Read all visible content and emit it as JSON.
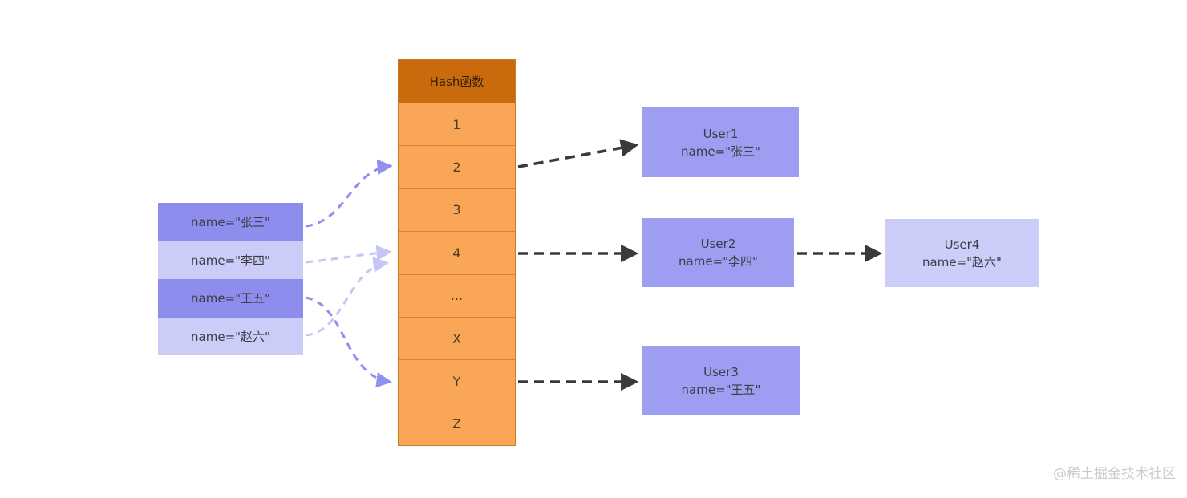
{
  "hash_table": {
    "header": "Hash函数",
    "rows": [
      "1",
      "2",
      "3",
      "4",
      "...",
      "X",
      "Y",
      "Z"
    ]
  },
  "inputs": [
    {
      "label": "name=\"张三\"",
      "tone": "dark"
    },
    {
      "label": "name=\"李四\"",
      "tone": "light"
    },
    {
      "label": "name=\"王五\"",
      "tone": "dark"
    },
    {
      "label": "name=\"赵六\"",
      "tone": "light"
    }
  ],
  "users": [
    {
      "title": "User1",
      "name": "name=\"张三\"",
      "tone": "dark"
    },
    {
      "title": "User2",
      "name": "name=\"李四\"",
      "tone": "dark"
    },
    {
      "title": "User3",
      "name": "name=\"王五\"",
      "tone": "dark"
    },
    {
      "title": "User4",
      "name": "name=\"赵六\"",
      "tone": "light"
    }
  ],
  "arrows": [
    {
      "from": "name=\"张三\"",
      "to": "slot 2",
      "style": "purple-dashed"
    },
    {
      "from": "name=\"李四\"",
      "to": "slot 4",
      "style": "lavender-dashed"
    },
    {
      "from": "name=\"王五\"",
      "to": "slot Y",
      "style": "purple-dashed"
    },
    {
      "from": "name=\"赵六\"",
      "to": "slot 4",
      "style": "lavender-dashed"
    },
    {
      "from": "slot 2",
      "to": "User1",
      "style": "black-dashed"
    },
    {
      "from": "slot 4",
      "to": "User2",
      "style": "black-dashed"
    },
    {
      "from": "User2",
      "to": "User4",
      "style": "black-dashed"
    },
    {
      "from": "slot Y",
      "to": "User3",
      "style": "black-dashed"
    }
  ],
  "watermark": "@稀土掘金技术社区",
  "colors": {
    "table_header_bg": "#c96b0c",
    "table_row_bg": "#f9a756",
    "table_border": "#d3842e",
    "key_dark": "#8d8dee",
    "key_light": "#ccccf8",
    "user_dark": "#9d9df2",
    "user_light": "#cdcdf9",
    "arrow_black": "#3a3a3a",
    "arrow_purple": "#8f8ff0",
    "arrow_lavender": "#c6c6f6",
    "watermark": "#cbcbcb"
  }
}
